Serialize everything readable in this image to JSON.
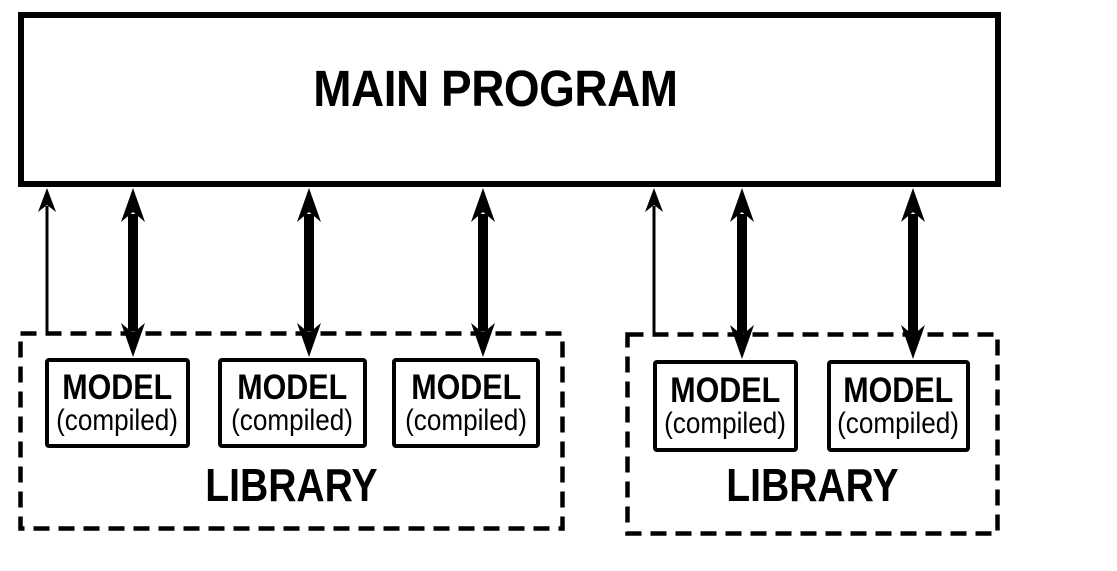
{
  "colors": {
    "ink": "#000000",
    "paper": "#ffffff"
  },
  "diagram": {
    "main_program_label": "MAIN PROGRAM",
    "libraries": [
      {
        "label": "LIBRARY",
        "models": [
          {
            "name": "MODEL",
            "state": "(compiled)"
          },
          {
            "name": "MODEL",
            "state": "(compiled)"
          },
          {
            "name": "MODEL",
            "state": "(compiled)"
          }
        ]
      },
      {
        "label": "LIBRARY",
        "models": [
          {
            "name": "MODEL",
            "state": "(compiled)"
          },
          {
            "name": "MODEL",
            "state": "(compiled)"
          }
        ]
      }
    ]
  }
}
